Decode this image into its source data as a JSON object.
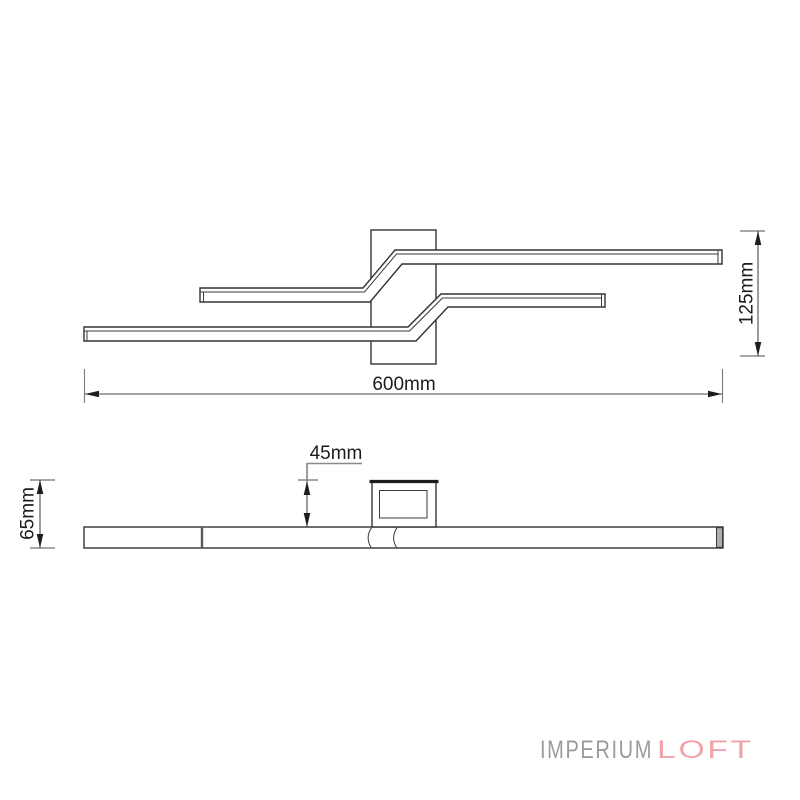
{
  "document": {
    "type": "product-dimension-drawing",
    "views": [
      "top-view",
      "side-view"
    ]
  },
  "top_view": {
    "width_dim_label": "600mm",
    "height_dim_label": "125mm"
  },
  "side_view": {
    "box_offset_dim_label": "45mm",
    "total_height_dim_label": "65mm"
  },
  "logo": {
    "imperium": "IMPERIUM",
    "loft": "LOFT",
    "imperium_color": "#9b9b9f",
    "loft_color": "#f2a3a7"
  },
  "colors": {
    "line": "#333333",
    "dimension_text": "#1c1c1c",
    "background": "#ffffff"
  }
}
